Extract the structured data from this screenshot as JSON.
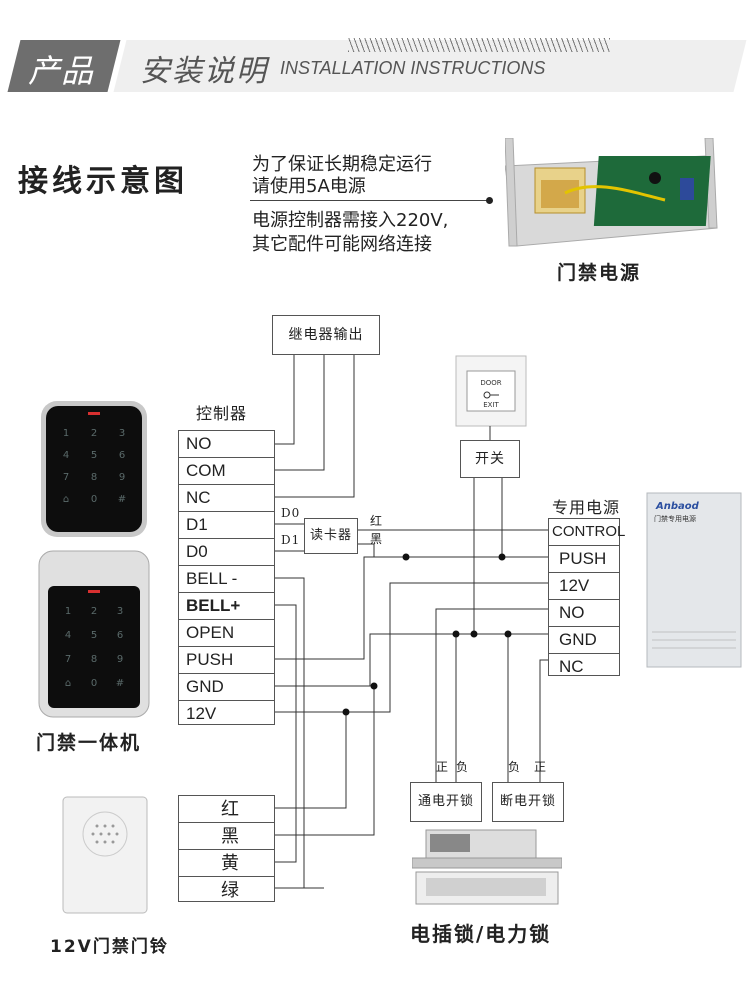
{
  "header": {
    "tab1": "产品",
    "tab2": "安装说明",
    "english": "INSTALLATION INSTRUCTIONS"
  },
  "title": "接线示意图",
  "notes": {
    "line1": "为了保证长期稳定运行",
    "line2": "请使用5A电源",
    "line3": "电源控制器需接入220V,",
    "line4": "其它配件可能网络连接"
  },
  "captions": {
    "power_photo": "门禁电源",
    "keypad": "门禁一体机",
    "bell": "12V门禁门铃",
    "lock": "电插锁/电力锁"
  },
  "labels": {
    "relay_output": "继电器输出",
    "controller": "控制器",
    "card_reader": "读卡器",
    "d0": "D0",
    "d1": "D1",
    "red": "红",
    "black": "黑",
    "switch": "开关",
    "dedicated_power": "专用电源",
    "pos1": "正",
    "neg1": "负",
    "neg2": "负",
    "pos2": "正",
    "power_on_lock": "通电开锁",
    "power_off_lock": "断电开锁",
    "door_exit_top": "DOOR",
    "door_exit_bottom": "EXIT",
    "power_brand": "Anbaod",
    "power_sub": "门禁专用电源"
  },
  "controller_terminals": [
    "NO",
    "COM",
    "NC",
    "D1",
    "D0",
    "BELL -",
    "BELL+",
    "OPEN",
    "PUSH",
    "GND",
    "12V"
  ],
  "power_terminals": [
    "CONTROL",
    "PUSH",
    "12V",
    "NO",
    "GND",
    "NC"
  ],
  "bell_wires": [
    "红",
    "黑",
    "黄",
    "绿"
  ],
  "keypad_keys": [
    "1",
    "2",
    "3",
    "4",
    "5",
    "6",
    "7",
    "8",
    "9",
    "🔔",
    "0",
    "#"
  ],
  "colors": {
    "header_dark": "#6e6e6e",
    "header_light": "#efefef",
    "line": "#333333"
  }
}
